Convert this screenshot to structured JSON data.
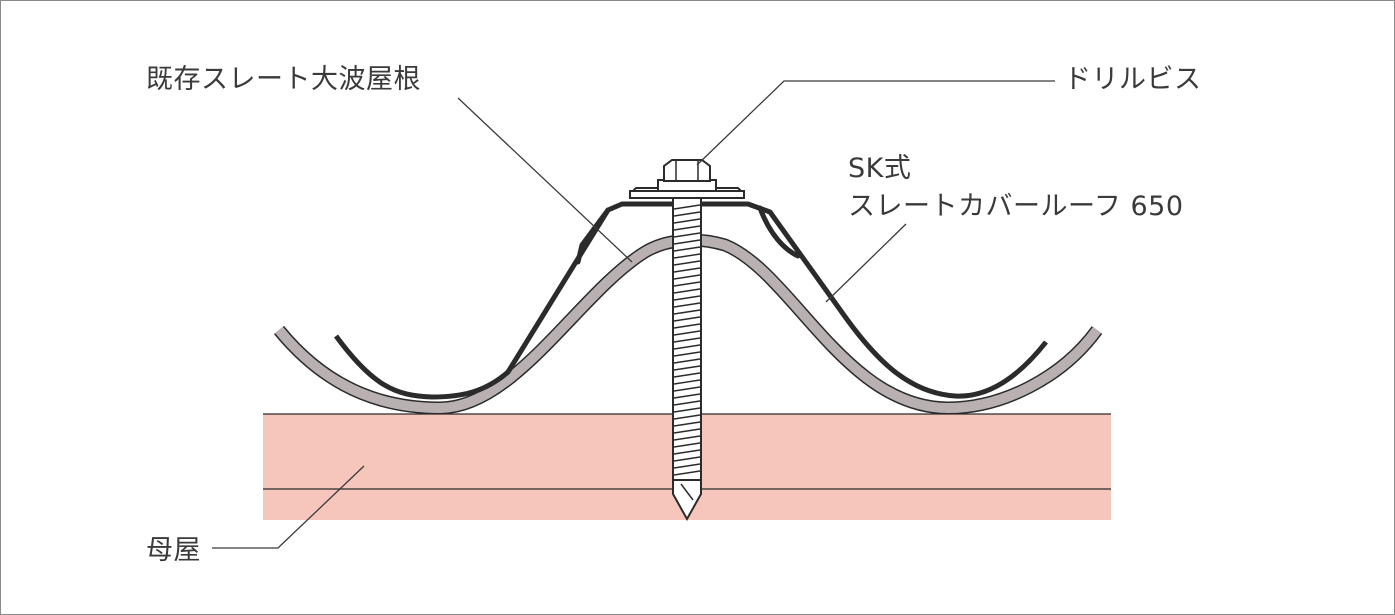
{
  "labels": {
    "existing_roof": "既存スレート大波屋根",
    "drill_screw": "ドリルビス",
    "product_line1": "SK式",
    "product_line2": "スレートカバールーフ 650",
    "purlin": "母屋"
  },
  "colors": {
    "purlin_fill": "#f6c6bd",
    "slate_fill": "#b9b0b2",
    "line": "#2b2b2b",
    "text": "#3a3a3a",
    "frame": "#8a8a8a"
  }
}
